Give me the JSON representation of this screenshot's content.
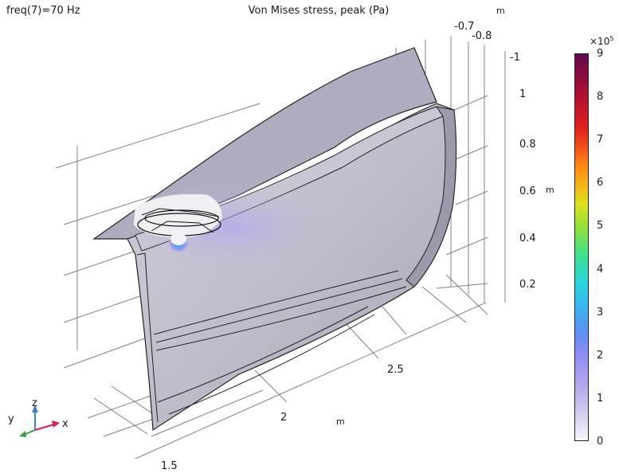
{
  "header": {
    "parameter_label": "freq(7)=70 Hz",
    "plot_title": "Von Mises stress, peak (Pa)"
  },
  "axes": {
    "x_unit": "m",
    "y_unit": "m",
    "z_unit": "m",
    "x_ticks": [
      "1.5",
      "2",
      "2.5"
    ],
    "y_ticks": [
      "-0.7",
      "-0.8",
      "-1"
    ],
    "z_ticks": [
      "1",
      "0.8",
      "0.6",
      "0.4",
      "0.2"
    ]
  },
  "triad": {
    "x": "x",
    "y": "y",
    "z": "z"
  },
  "colorbar": {
    "scale_base": "×10",
    "scale_exp": "5",
    "labels": [
      "9",
      "8",
      "7",
      "6",
      "5",
      "4",
      "3",
      "2",
      "1",
      "0"
    ],
    "min": 0,
    "max": 9
  },
  "colors": {
    "surface": "#b7b4c8",
    "grid": "#777777",
    "triad_x": "#d6205a",
    "triad_y": "#3a9d3a",
    "triad_z": "#3d7fd6"
  }
}
